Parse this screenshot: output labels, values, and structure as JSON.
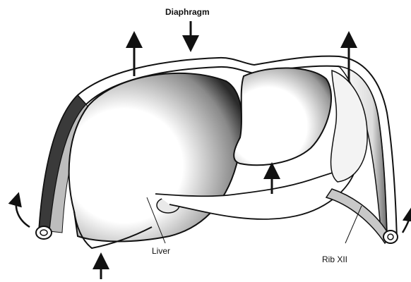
{
  "labels": {
    "diaphragm": "Diaphragm",
    "liver": "Liver",
    "rib": "Rib XII"
  },
  "colors": {
    "ink": "#111111",
    "background": "#ffffff"
  }
}
